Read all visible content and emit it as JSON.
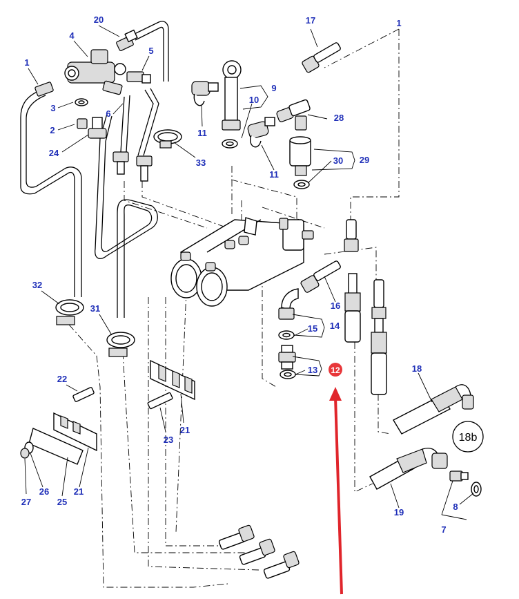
{
  "callouts": {
    "n1a": "1",
    "n1b": "1",
    "n2": "2",
    "n3": "3",
    "n4": "4",
    "n5": "5",
    "n6": "6",
    "n7": "7",
    "n8": "8",
    "n9": "9",
    "n10": "10",
    "n11a": "11",
    "n11b": "11",
    "n12": "12",
    "n13": "13",
    "n14": "14",
    "n15": "15",
    "n16": "16",
    "n17": "17",
    "n18": "18",
    "n18b": "18b",
    "n19": "19",
    "n20": "20",
    "n21a": "21",
    "n21b": "21",
    "n22": "22",
    "n23": "23",
    "n24": "24",
    "n25": "25",
    "n26": "26",
    "n27": "27",
    "n28": "28",
    "n29": "29",
    "n30": "30",
    "n31": "31",
    "n32": "32",
    "n33": "33"
  },
  "colors": {
    "label": "#1f2fb8",
    "highlight_badge": "#e8373a",
    "arrow": "#e0252b"
  },
  "highlighted_part": "12"
}
